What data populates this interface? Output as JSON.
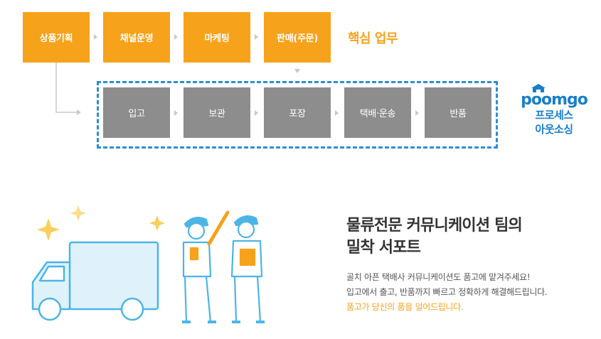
{
  "core_tasks": {
    "label": "핵심 업무",
    "steps": [
      "상품기획",
      "채널운영",
      "마케팅",
      "판매(주문)"
    ]
  },
  "outsourcing": {
    "steps": [
      "입고",
      "보관",
      "포장",
      "택배·운송",
      "반품"
    ]
  },
  "brand": {
    "logo_text": "poomgo",
    "line1": "프로세스",
    "line2": "아웃소싱"
  },
  "support": {
    "title_line1": "물류전문 커뮤니케이션 팀의",
    "title_line2": "밀착 서포트",
    "body_line1": "골치 아픈 택배사 커뮤니케이션도 품고에 맡겨주세요!",
    "body_line2": "입고에서 출고, 반품까지 빠르고 정확하게 해결해드립니다.",
    "body_line3": "품고가 당신의 품을 덜어드립니다."
  },
  "colors": {
    "accent_orange": "#f7a21b",
    "process_gray": "#8d8d8d",
    "brand_blue": "#2e8ecf"
  }
}
